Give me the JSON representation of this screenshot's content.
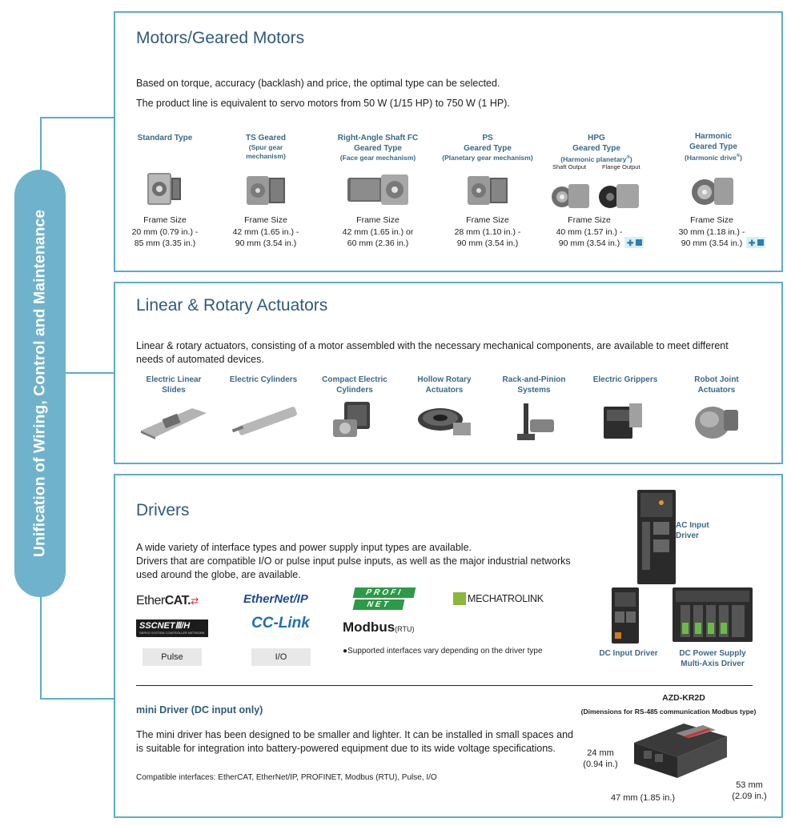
{
  "rail": {
    "label": "Unification of Wiring, Control and Maintenance"
  },
  "motors": {
    "title": "Motors/Geared Motors",
    "line1": "Based on torque, accuracy (backlash) and price, the optimal type can be selected.",
    "line2": "The product line is equivalent to servo motors from 50 W (1/15 HP) to 750 W (1 HP).",
    "products": [
      {
        "name": "Standard Type",
        "name2": "",
        "sub": "",
        "sub2": "",
        "frame1": "Frame Size",
        "frame2": "20 mm (0.79 in.) -",
        "frame3": "85 mm (3.35 in.)"
      },
      {
        "name": "TS Geared",
        "name2": "",
        "sub": "(Spur gear",
        "sub2": "mechanism)",
        "frame1": "Frame Size",
        "frame2": "42 mm (1.65 in.) -",
        "frame3": "90 mm (3.54 in.)"
      },
      {
        "name": "Right-Angle Shaft FC",
        "name2": "Geared Type",
        "sub": "(Face gear mechanism)",
        "sub2": "",
        "frame1": "Frame Size",
        "frame2": "42 mm (1.65 in.) or",
        "frame3": "60 mm (2.36 in.)"
      },
      {
        "name": "PS",
        "name2": "Geared Type",
        "sub": "(Planetary gear mechanism)",
        "sub2": "",
        "frame1": "Frame Size",
        "frame2": "28 mm (1.10 in.) -",
        "frame3": "90 mm (3.54 in.)"
      },
      {
        "name": "HPG",
        "name2": "Geared Type",
        "sub": "(Harmonic planetary",
        "sub2": "",
        "frame1": "Frame Size",
        "frame2": "40 mm (1.57 in.) -",
        "frame3": "90 mm (3.54 in.)"
      },
      {
        "name": "Harmonic",
        "name2": "Geared Type",
        "sub": "(Harmonic drive",
        "sub2": "",
        "frame1": "Frame Size",
        "frame2": "30 mm (1.18 in.) -",
        "frame3": "90 mm (3.54 in.)"
      }
    ],
    "hpg_shaft": "Shaft Output",
    "hpg_flange": "Flange Output",
    "reg": "®",
    "reg_close": ")"
  },
  "actuators": {
    "title": "Linear & Rotary Actuators",
    "text": "Linear & rotary actuators, consisting of a motor assembled with the necessary mechanical components, are available to meet different needs of automated devices.",
    "items": [
      {
        "l1": "Electric Linear",
        "l2": "Slides"
      },
      {
        "l1": "Electric Cylinders",
        "l2": ""
      },
      {
        "l1": "Compact Electric",
        "l2": "Cylinders"
      },
      {
        "l1": "Hollow Rotary",
        "l2": "Actuators"
      },
      {
        "l1": "Rack-and-Pinion",
        "l2": "Systems"
      },
      {
        "l1": "Electric Grippers",
        "l2": ""
      },
      {
        "l1": "Robot Joint",
        "l2": "Actuators"
      }
    ]
  },
  "drivers": {
    "title": "Drivers",
    "line1": "A wide variety of interface types and power supply input types are available.",
    "line2": "Drivers that are compatible I/O or pulse input pulse inputs, as well as the major industrial networks used around the globe, are available.",
    "logos": {
      "ethercat_a": "Ether",
      "ethercat_b": "CAT.",
      "ethernetip": "EtherNet/IP",
      "profi_1": "PROFI",
      "profi_2": "NET",
      "mechatrolink": "MECHATROLINK",
      "sscnet": "SSCNETⅢ/H",
      "sscnet_sub": "SERVO SYSTEM CONTROLLER NETWORK",
      "cclink": "CC-Link",
      "modbus": "Modbus",
      "modbus_sub": "(RTU)"
    },
    "tag_pulse": "Pulse",
    "tag_io": "I/O",
    "note": "●Supported interfaces vary depending on the driver type",
    "ac_1": "AC Input",
    "ac_2": "Driver",
    "dc": "DC Input Driver",
    "multi_1": "DC Power Supply",
    "multi_2": "Multi-Axis Driver",
    "mini_title": "mini Driver (DC input only)",
    "mini_text": "The mini driver has been designed to be smaller and lighter. It can be installed in small spaces and is suitable for integration into battery-powered equipment due to its wide voltage specifications.",
    "mini_compat": "Compatible interfaces: EtherCAT, EtherNet/IP, PROFINET, Modbus (RTU), Pulse, I/O",
    "model": "AZD-KR2D",
    "model_sub": "(Dimensions for RS-485 communication Modbus type)",
    "dim_h1": "24 mm",
    "dim_h2": "(0.94 in.)",
    "dim_w1": "47 mm (1.85 in.)",
    "dim_d1": "53 mm",
    "dim_d2": "(2.09 in.)"
  },
  "colors": {
    "accent": "#5aaec8",
    "rail": "#6fb2cc",
    "heading": "#2f5b78",
    "label": "#3a6985"
  }
}
